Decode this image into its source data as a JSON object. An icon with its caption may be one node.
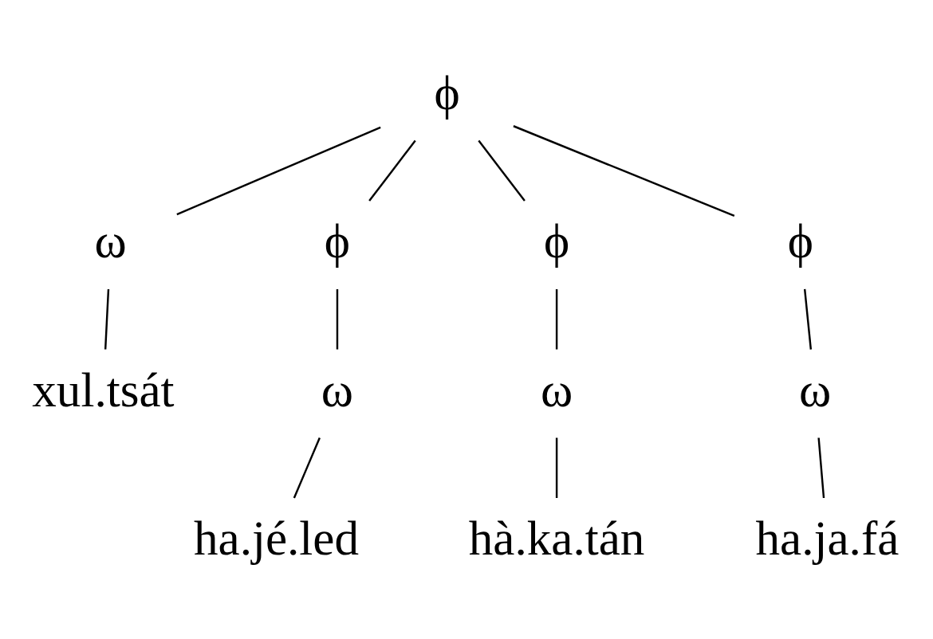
{
  "diagram": {
    "nodes": [
      {
        "text": [
          "ϕ"
        ]
      },
      {
        "text": [
          "ω"
        ]
      },
      {
        "text": [
          "ϕ"
        ]
      },
      {
        "text": [
          "ϕ"
        ]
      },
      {
        "text": [
          "ϕ"
        ]
      },
      {
        "text": [
          "xul.tsát"
        ]
      },
      {
        "text": [
          "ω"
        ]
      },
      {
        "text": [
          "ω"
        ]
      },
      {
        "text": [
          "ω"
        ]
      },
      {
        "text": [
          "ha.jé.led"
        ]
      },
      {
        "text": [
          "hà.ka.tán"
        ]
      },
      {
        "text": [
          "ha.ja.fá"
        ]
      }
    ],
    "edges": [
      {
        "from": 0,
        "to": 1,
        "arrow": "none"
      },
      {
        "from": 0,
        "to": 2,
        "arrow": "none"
      },
      {
        "from": 0,
        "to": 3,
        "arrow": "none"
      },
      {
        "from": 0,
        "to": 4,
        "arrow": "none"
      },
      {
        "from": 1,
        "to": 5,
        "arrow": "none"
      },
      {
        "from": 2,
        "to": 6,
        "arrow": "none"
      },
      {
        "from": 3,
        "to": 7,
        "arrow": "none"
      },
      {
        "from": 4,
        "to": 8,
        "arrow": "none"
      },
      {
        "from": 6,
        "to": 9,
        "arrow": "none"
      },
      {
        "from": 7,
        "to": 10,
        "arrow": "none"
      },
      {
        "from": 8,
        "to": 11,
        "arrow": "none"
      }
    ]
  }
}
